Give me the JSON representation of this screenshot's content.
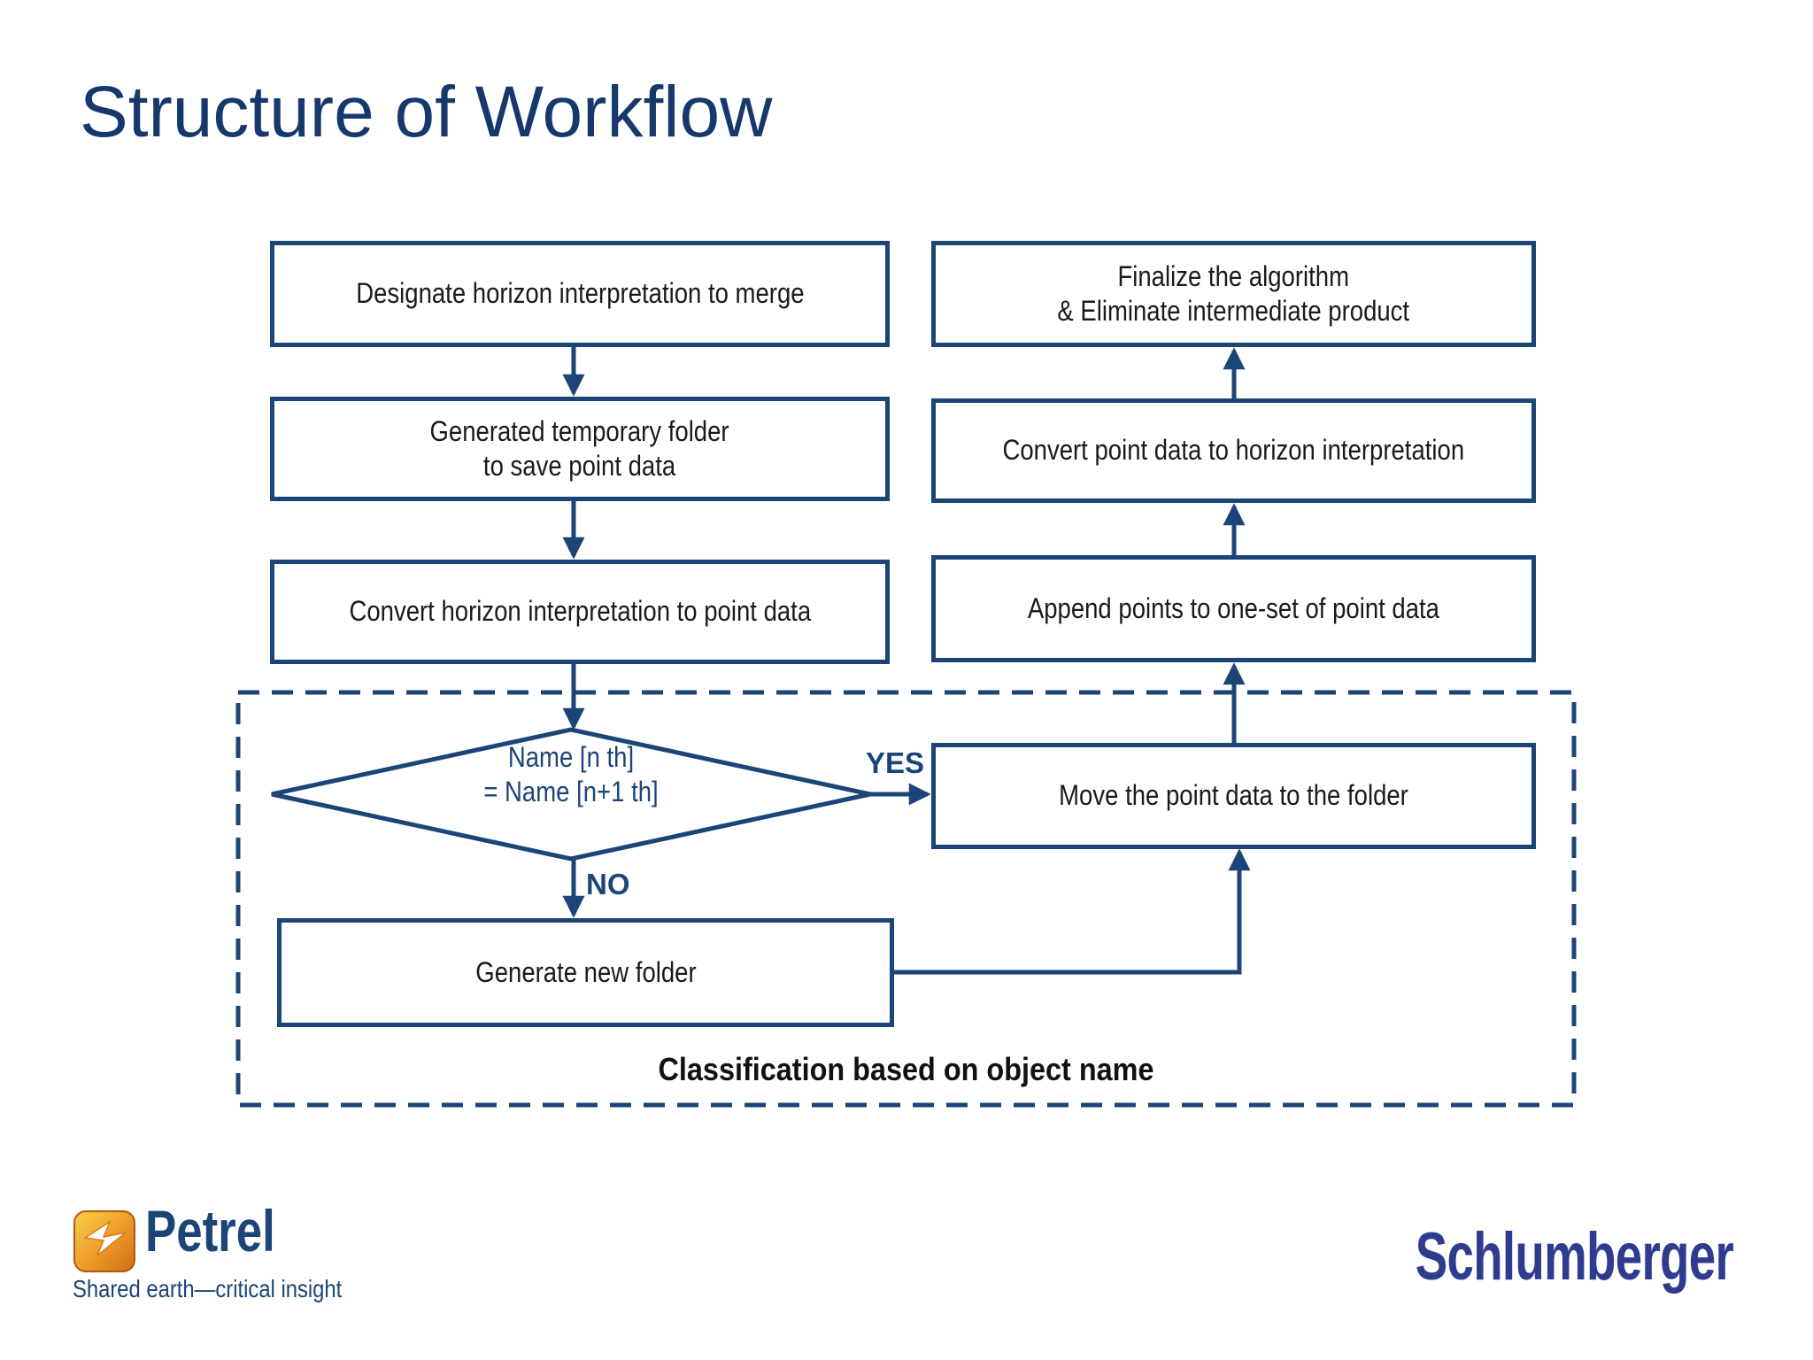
{
  "slide": {
    "title": "Structure of Workflow"
  },
  "colors": {
    "navy_accent": "#1b4477",
    "title_navy": "#17386d",
    "body_text": "#1a1a1a",
    "schlumberger_blue": "#2e3b8f",
    "petrel_orange": "#e8901f"
  },
  "nodes": {
    "designate": {
      "line1": "Designate horizon interpretation to merge"
    },
    "temp_folder": {
      "line1": "Generated temporary folder",
      "line2": "to save point data"
    },
    "convert_h_to_p": {
      "line1": "Convert horizon interpretation to point data"
    },
    "decision": {
      "line1": "Name [n th]",
      "line2": "= Name [n+1 th]"
    },
    "generate_folder": {
      "line1": "Generate new folder"
    },
    "finalize": {
      "line1": "Finalize the algorithm",
      "line2": "& Eliminate intermediate product"
    },
    "convert_p_to_h": {
      "line1": "Convert point data to horizon interpretation"
    },
    "append_points": {
      "line1": "Append points to one-set of point data"
    },
    "move_points": {
      "line1": "Move the point data to the folder"
    }
  },
  "labels": {
    "yes": "YES",
    "no": "NO",
    "classification": "Classification based on object name"
  },
  "footer": {
    "petrel": {
      "wordmark": "Petrel",
      "tagline": "Shared earth—critical insight",
      "icon": "petrel-bird-icon"
    },
    "schlumberger": {
      "wordmark": "Schlumberger"
    }
  }
}
